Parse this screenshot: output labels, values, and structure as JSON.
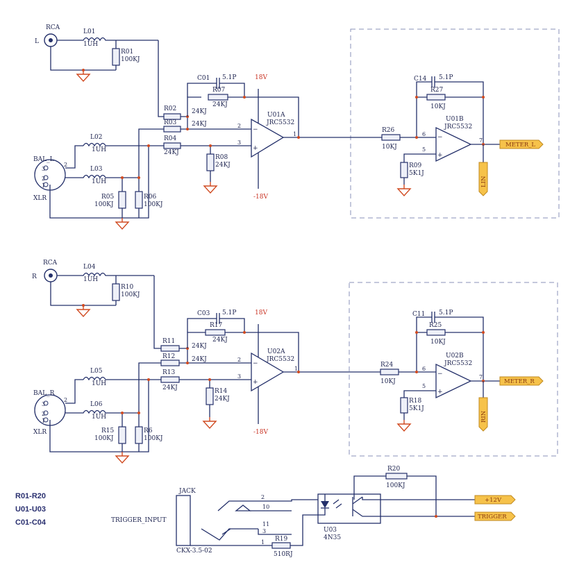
{
  "channel_left": {
    "rca": "RCA",
    "side": "L",
    "l01": "L01",
    "l01_v": "1UH",
    "r01": "R01",
    "r01_v": "100KJ",
    "c01": "C01",
    "c01_v": "5.1P",
    "r07": "R07",
    "r07_v": "24KJ",
    "r02": "R02",
    "r02_v": "24KJ",
    "r03": "R03",
    "r03_v": "24KJ",
    "r04": "R04",
    "r04_v": "24KJ",
    "r08": "R08",
    "r08_v": "24KJ",
    "l02": "L02",
    "l02_v": "1UH",
    "l03": "L03",
    "l03_v": "1UH",
    "r05": "R05",
    "r05_v": "100KJ",
    "r06": "R06",
    "r06_v": "100KJ",
    "bal": "BAL_L",
    "xlr": "XLR",
    "opamp_a": "U01A",
    "opamp_a_type": "JRC5532",
    "vpos": "18V",
    "vneg": "-18V",
    "pin_inv": "2",
    "pin_noninv": "3",
    "pin_out": "1",
    "r26": "R26",
    "r26_v": "10KJ",
    "c14": "C14",
    "c14_v": "5.1P",
    "r27": "R27",
    "r27_v": "10KJ",
    "opamp_b": "U01B",
    "opamp_b_type": "JRC5532",
    "r09": "R09",
    "r09_v": "5K1J",
    "pin6": "6",
    "pin5": "5",
    "pin7": "7",
    "meter_port": "METER_L",
    "in_port": "LIN"
  },
  "channel_right": {
    "rca": "RCA",
    "side": "R",
    "l04": "L04",
    "l04_v": "1UH",
    "r10": "R10",
    "r10_v": "100KJ",
    "c03": "C03",
    "c03_v": "5.1P",
    "r17": "R17",
    "r17_v": "24KJ",
    "r11": "R11",
    "r11_v": "24KJ",
    "r12": "R12",
    "r12_v": "24KJ",
    "r13": "R13",
    "r13_v": "24KJ",
    "r14": "R14",
    "r14_v": "24KJ",
    "l05": "L05",
    "l05_v": "1UH",
    "l06": "L06",
    "l06_v": "1UH",
    "r15": "R15",
    "r15_v": "100KJ",
    "r6": "R6",
    "r6_v": "100KJ",
    "bal": "BAL_R",
    "xlr": "XLR",
    "opamp_a": "U02A",
    "opamp_a_type": "JRC5532",
    "vpos": "18V",
    "vneg": "-18V",
    "pin_inv": "2",
    "pin_noninv": "3",
    "pin_out": "1",
    "r24": "R24",
    "r24_v": "10KJ",
    "c11": "C11",
    "c11_v": "5.1P",
    "r25": "R25",
    "r25_v": "10KJ",
    "opamp_b": "U02B",
    "opamp_b_type": "JRC5532",
    "r18": "R18",
    "r18_v": "5K1J",
    "pin6": "6",
    "pin5": "5",
    "pin7": "7",
    "meter_port": "METER_R",
    "in_port": "RIN"
  },
  "trigger": {
    "jack_label": "JACK",
    "input_label": "TRIGGER_INPUT",
    "part": "CKX-3.5-02",
    "pins": [
      "2",
      "10",
      "11",
      "3",
      "1"
    ],
    "r19": "R19",
    "r19_v": "510RJ",
    "r20": "R20",
    "r20_v": "100KJ",
    "opto": "U03",
    "opto_type": "4N35",
    "v12_port": "+12V",
    "trigger_port": "TRIGGER"
  },
  "bom": [
    "R01-R20",
    "U01-U03",
    "C01-C04"
  ]
}
